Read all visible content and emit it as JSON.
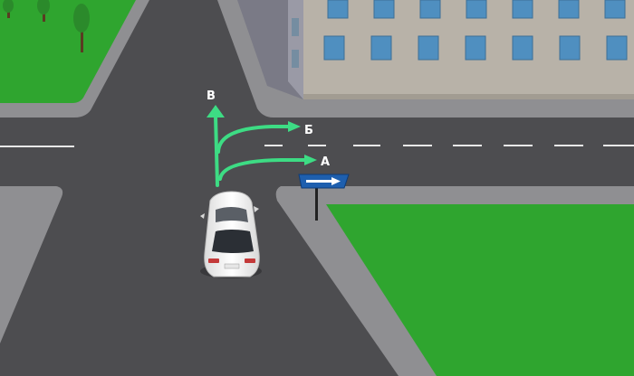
{
  "scene": {
    "description_labels": {
      "route_a": "А",
      "route_b": "Б",
      "route_c": "В"
    },
    "sign": {
      "icon": "arrow-right-icon",
      "color": "#1e5fae"
    },
    "arrow_color": "#3ddc84",
    "colors": {
      "road": "#4d4d50",
      "sidewalk": "#8f8f92",
      "grass": "#2fa52f",
      "building": "#b8b2a8",
      "window": "#4f8fc0"
    }
  }
}
